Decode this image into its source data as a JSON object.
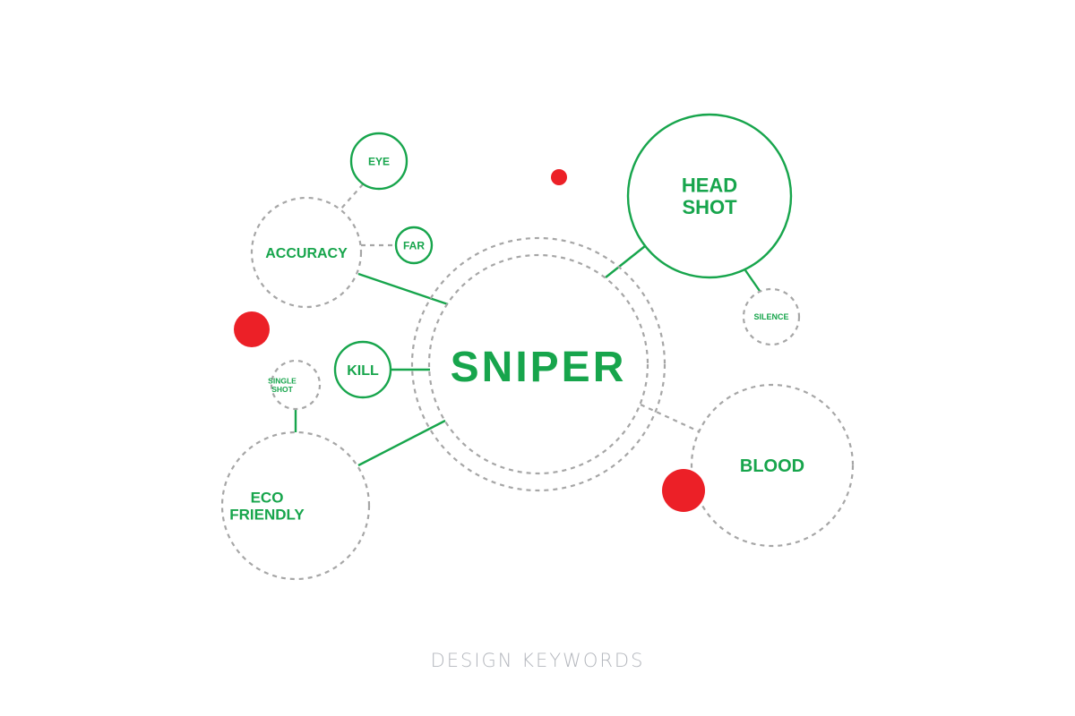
{
  "colors": {
    "green": "#17a54c",
    "dash": "#a6a6a6",
    "red": "#ec2027",
    "caption": "#b4b7bd"
  },
  "center": {
    "label": "SNIPER"
  },
  "nodes": {
    "head_shot": {
      "lines": [
        "HEAD",
        "SHOT"
      ]
    },
    "silence": {
      "lines": [
        "SILENCE"
      ]
    },
    "blood": {
      "lines": [
        "BLOOD"
      ]
    },
    "eco_friendly": {
      "lines": [
        "ECO",
        "FRIENDLY"
      ]
    },
    "single_shot": {
      "lines": [
        "SINGLE",
        "SHOT"
      ]
    },
    "kill": {
      "lines": [
        "KILL"
      ]
    },
    "accuracy": {
      "lines": [
        "ACCURACY"
      ]
    },
    "far": {
      "lines": [
        "FAR"
      ]
    },
    "eye": {
      "lines": [
        "EYE"
      ]
    }
  },
  "caption": "DESIGN KEYWORDS"
}
